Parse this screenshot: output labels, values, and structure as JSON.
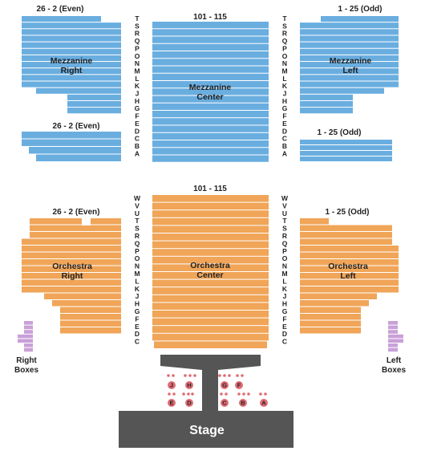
{
  "colors": {
    "mezzanine": "#6aaee0",
    "orchestra": "#f0a558",
    "boxes": "#c9a0d8",
    "stage": "#555555",
    "pit_seat": "#e06c74",
    "row_line": "#ffffff"
  },
  "mezzanine": {
    "right": {
      "name": "Mezzanine",
      "name2": "Right",
      "seat_label": "26 - 2 (Even)",
      "lower_seat_label": "26 - 2 (Even)"
    },
    "center": {
      "name": "Mezzanine",
      "name2": "Center",
      "seat_label": "101 - 115"
    },
    "left": {
      "name": "Mezzanine",
      "name2": "Left",
      "seat_label": "1 - 25 (Odd)",
      "lower_seat_label": "1 - 25 (Odd)"
    },
    "rows": [
      "T",
      "S",
      "R",
      "Q",
      "P",
      "O",
      "N",
      "M",
      "L",
      "K",
      "J",
      "H",
      "G",
      "F",
      "E",
      "D",
      "C",
      "B",
      "A"
    ]
  },
  "orchestra": {
    "right": {
      "name": "Orchestra",
      "name2": "Right",
      "seat_label": "26 - 2 (Even)"
    },
    "center": {
      "name": "Orchestra",
      "name2": "Center",
      "seat_label": "101 - 115"
    },
    "left": {
      "name": "Orchestra",
      "name2": "Left",
      "seat_label": "1 - 25 (Odd)"
    },
    "rows": [
      "W",
      "V",
      "U",
      "T",
      "S",
      "R",
      "Q",
      "P",
      "O",
      "N",
      "M",
      "L",
      "K",
      "J",
      "H",
      "G",
      "F",
      "E",
      "D",
      "C"
    ]
  },
  "boxes": {
    "right": {
      "line1": "Right",
      "line2": "Boxes"
    },
    "left": {
      "line1": "Left",
      "line2": "Boxes"
    }
  },
  "pit": {
    "left_upper": [
      "J",
      "H"
    ],
    "left_lower": [
      "E",
      "D"
    ],
    "right_upper": [
      "G",
      "F"
    ],
    "right_lower": [
      "C",
      "B",
      "A"
    ]
  },
  "stage": {
    "label": "Stage"
  }
}
